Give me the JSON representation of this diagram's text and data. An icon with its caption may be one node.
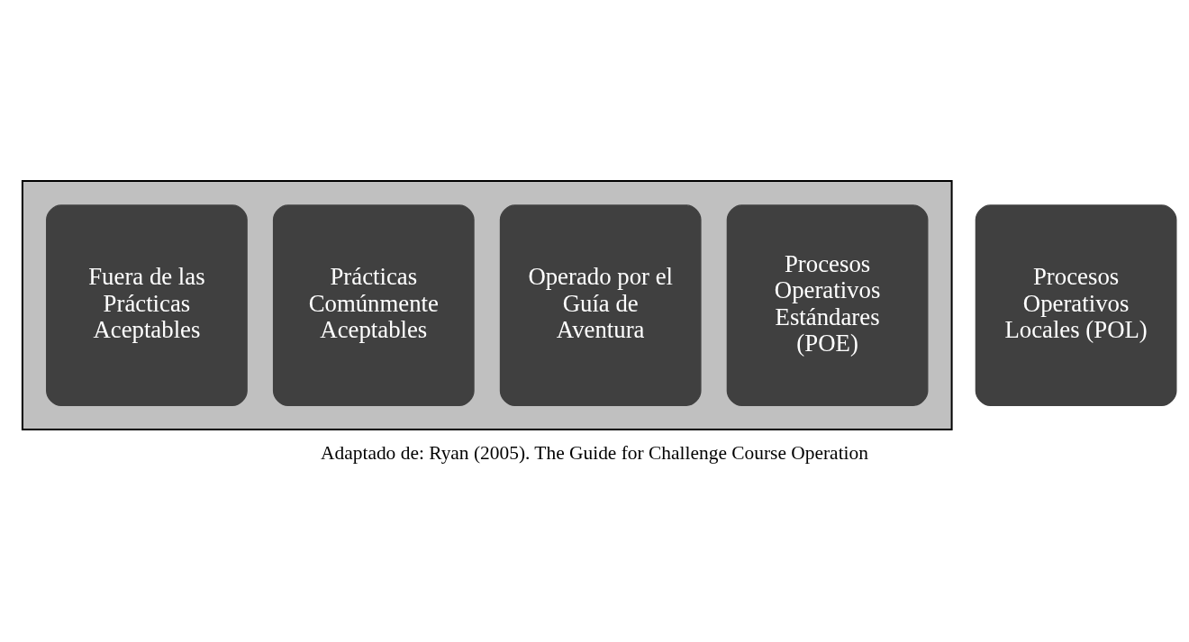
{
  "diagram": {
    "caption": "Adaptado de: Ryan (2005). The Guide for Challenge Course Operation",
    "nodes": [
      {
        "text": [],
        "shape": "arrow"
      },
      {
        "text": [
          "Fuera de las Prácticas Aceptables"
        ],
        "in": 0
      },
      {
        "text": [
          "Prácticas Comúnmente Aceptables"
        ],
        "in": 0
      },
      {
        "text": [
          "Operado por el Guía de Aventura"
        ],
        "in": 0
      },
      {
        "text": [
          "Procesos Operativos Estándares (POE)"
        ],
        "in": 0
      },
      {
        "text": [
          "Procesos Operativos Locales (POL)"
        ]
      }
    ],
    "edges": []
  }
}
